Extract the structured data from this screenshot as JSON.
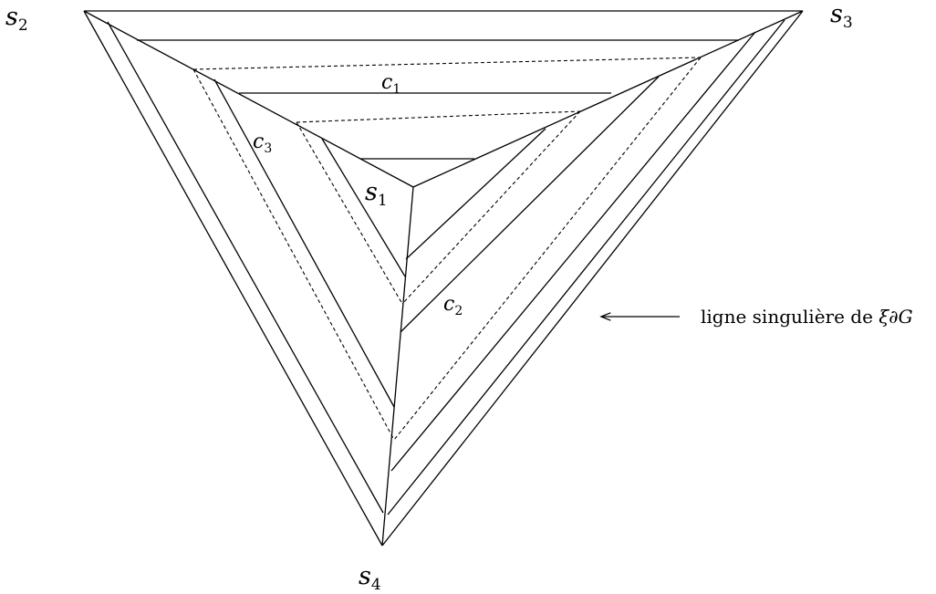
{
  "vertices": {
    "s2": {
      "letter": "s",
      "index": "2"
    },
    "s3": {
      "letter": "s",
      "index": "3"
    },
    "s4": {
      "letter": "s",
      "index": "4"
    },
    "s1": {
      "letter": "s",
      "index": "1"
    }
  },
  "curves": {
    "c1": {
      "letter": "c",
      "index": "1"
    },
    "c2": {
      "letter": "c",
      "index": "2"
    },
    "c3": {
      "letter": "c",
      "index": "3"
    }
  },
  "annotation": {
    "text": "ligne singulière de ",
    "math": "ξ∂G"
  }
}
